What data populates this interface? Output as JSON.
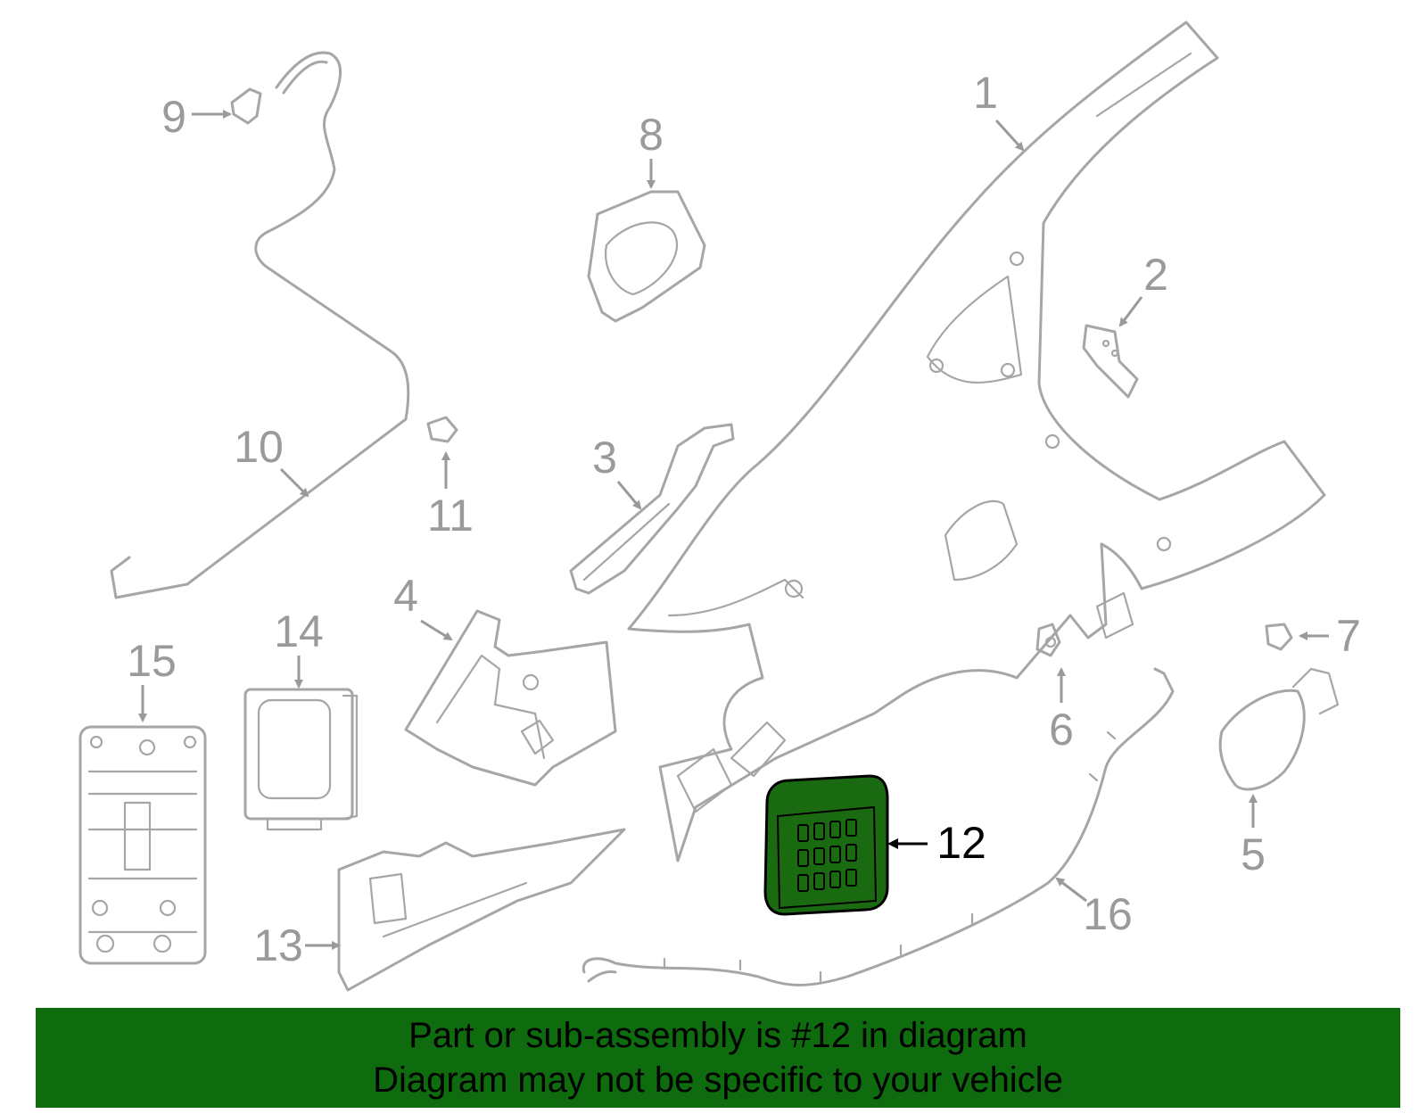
{
  "diagram": {
    "highlight_color": "#1a6a12",
    "part_color": "#a6a6a6",
    "callouts": [
      "1",
      "2",
      "3",
      "4",
      "5",
      "6",
      "7",
      "8",
      "9",
      "10",
      "11",
      "12",
      "13",
      "14",
      "15",
      "16"
    ],
    "highlighted_part": "12"
  },
  "banner": {
    "background": "#0e6b0e",
    "line1": "Part or sub-assembly is #12 in diagram",
    "line2": "Diagram may not be specific to your vehicle"
  }
}
